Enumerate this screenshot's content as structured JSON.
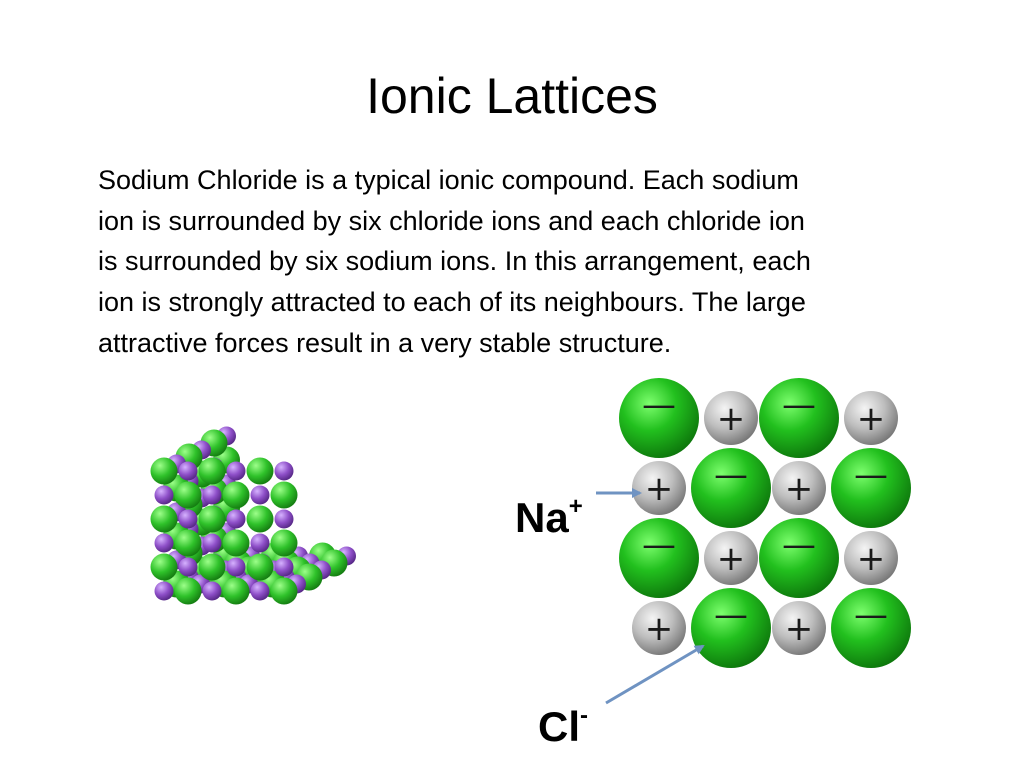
{
  "slide": {
    "title": "Ionic Lattices",
    "body_lines": [
      "Sodium Chloride is a typical ionic compound.  Each sodium",
      "ion is surrounded by six chloride ions and each chloride ion",
      "is surrounded by six sodium ions.  In this arrangement, each",
      "ion is strongly attracted to each of its neighbours.  The large",
      "attractive forces result in a very stable structure."
    ]
  },
  "labels": {
    "sodium": {
      "symbol": "Na",
      "charge": "+"
    },
    "chloride": {
      "symbol": "Cl",
      "charge": "-"
    }
  },
  "ion_grid": {
    "rows": [
      [
        "Cl",
        "Na",
        "Cl",
        "Na"
      ],
      [
        "Na",
        "Cl",
        "Na",
        "Cl"
      ],
      [
        "Cl",
        "Na",
        "Cl",
        "Na"
      ],
      [
        "Na",
        "Cl",
        "Na",
        "Cl"
      ]
    ],
    "anion_sign": "—",
    "cation_sign": "+"
  },
  "colors": {
    "chloride": "#22c01e",
    "sodium_grid": "#b4b4b4",
    "sodium_cube": "#8e4fc8",
    "arrow": "#6f93c2"
  }
}
